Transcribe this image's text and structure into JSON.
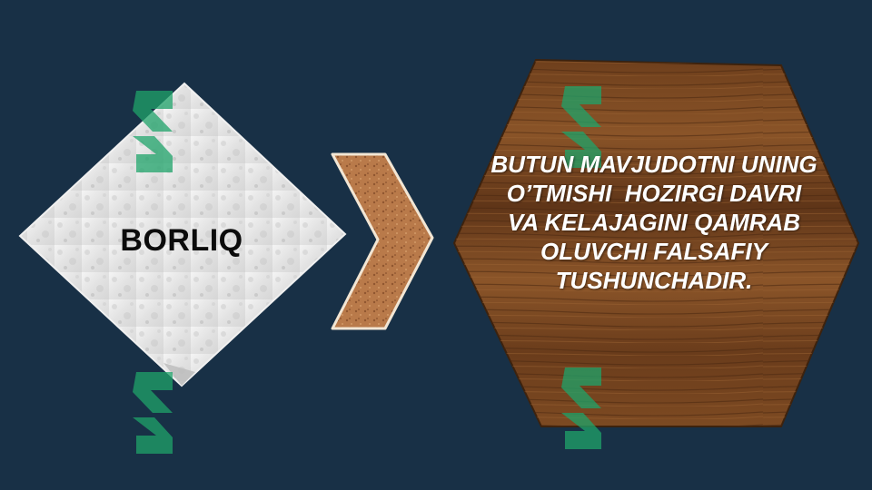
{
  "slide": {
    "left_shape": {
      "label": "BORLIQ"
    },
    "right_shape": {
      "lines": [
        "BUTUN MAVJUDOTNI UNING",
        "O’TMISHI  HOZIRGI DAVRI",
        "VA KELAJAGINI QAMRAB",
        "OLUVCHI FALSAFIY",
        "TUSHUNCHADIR."
      ]
    }
  },
  "colors": {
    "background": "#183046",
    "marble": "#e8e8e8",
    "cork": "#b97a4a",
    "wood": "#7a4a22",
    "watermark": "#1fa36a",
    "text_light": "#ffffff",
    "text_dark": "#0b0b0b"
  },
  "icons": [
    "watermark-logo-icon"
  ]
}
